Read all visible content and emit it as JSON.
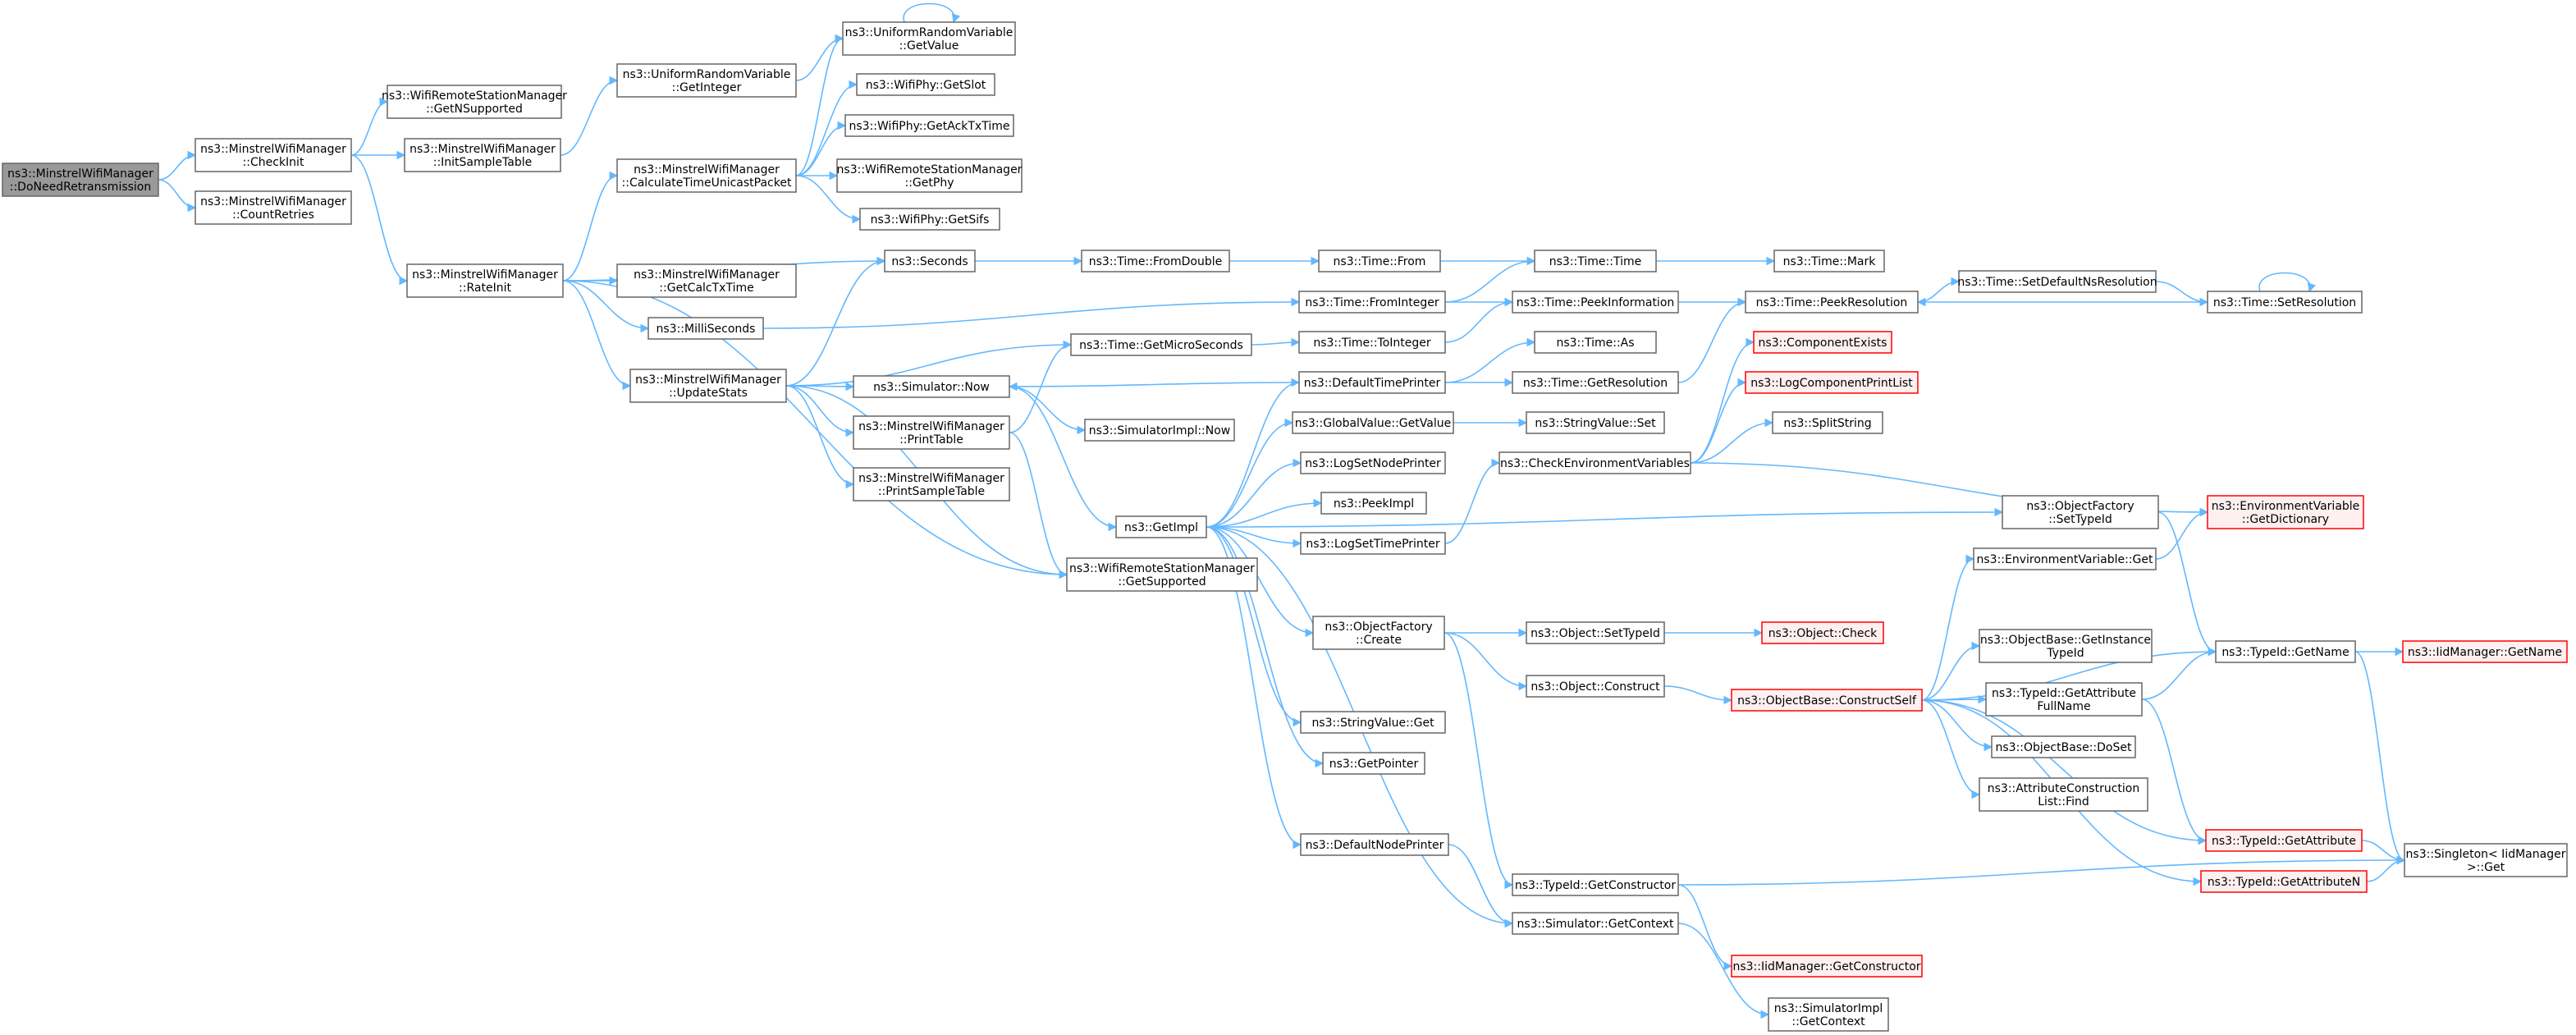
{
  "colors": {
    "edge": "#63b8ff",
    "node_border": "#666666",
    "root_fill": "#999999",
    "truncated_border": "#ff0000",
    "truncated_fill": "#fff0f0"
  },
  "nodes": [
    {
      "id": "n0",
      "lines": [
        "ns3::MinstrelWifiManager",
        "::DoNeedRetransmission"
      ],
      "style": "root"
    },
    {
      "id": "n1",
      "lines": [
        "ns3::MinstrelWifiManager",
        "::CheckInit"
      ]
    },
    {
      "id": "n2",
      "lines": [
        "ns3::MinstrelWifiManager",
        "::CountRetries"
      ]
    },
    {
      "id": "n3",
      "lines": [
        "ns3::WifiRemoteStationManager",
        "::GetNSupported"
      ]
    },
    {
      "id": "n4",
      "lines": [
        "ns3::MinstrelWifiManager",
        "::InitSampleTable"
      ]
    },
    {
      "id": "n5",
      "lines": [
        "ns3::MinstrelWifiManager",
        "::RateInit"
      ]
    },
    {
      "id": "n6",
      "lines": [
        "ns3::UniformRandomVariable",
        "::GetInteger"
      ]
    },
    {
      "id": "n7",
      "lines": [
        "ns3::UniformRandomVariable",
        "::GetValue"
      ]
    },
    {
      "id": "n8",
      "lines": [
        "ns3::MinstrelWifiManager",
        "::CalculateTimeUnicastPacket"
      ]
    },
    {
      "id": "n9",
      "lines": [
        "ns3::WifiPhy::GetSlot"
      ]
    },
    {
      "id": "n10",
      "lines": [
        "ns3::WifiPhy::GetAckTxTime"
      ]
    },
    {
      "id": "n11",
      "lines": [
        "ns3::WifiRemoteStationManager",
        "::GetPhy"
      ]
    },
    {
      "id": "n12",
      "lines": [
        "ns3::WifiPhy::GetSifs"
      ]
    },
    {
      "id": "n13",
      "lines": [
        "ns3::MinstrelWifiManager",
        "::GetCalcTxTime"
      ]
    },
    {
      "id": "n14",
      "lines": [
        "ns3::MilliSeconds"
      ]
    },
    {
      "id": "n15",
      "lines": [
        "ns3::MinstrelWifiManager",
        "::UpdateStats"
      ]
    },
    {
      "id": "n16",
      "lines": [
        "ns3::Seconds"
      ]
    },
    {
      "id": "n17",
      "lines": [
        "ns3::Time::FromDouble"
      ]
    },
    {
      "id": "n18",
      "lines": [
        "ns3::Time::From"
      ]
    },
    {
      "id": "n19",
      "lines": [
        "ns3::Time::Time"
      ]
    },
    {
      "id": "n20",
      "lines": [
        "ns3::Time::Mark"
      ]
    },
    {
      "id": "n21",
      "lines": [
        "ns3::Time::FromInteger"
      ]
    },
    {
      "id": "n22",
      "lines": [
        "ns3::Time::PeekInformation"
      ]
    },
    {
      "id": "n23",
      "lines": [
        "ns3::Time::PeekResolution"
      ]
    },
    {
      "id": "n24",
      "lines": [
        "ns3::Time::SetDefaultNsResolution"
      ]
    },
    {
      "id": "n25",
      "lines": [
        "ns3::Time::SetResolution"
      ]
    },
    {
      "id": "n26",
      "lines": [
        "ns3::Time::GetMicroSeconds"
      ]
    },
    {
      "id": "n27",
      "lines": [
        "ns3::Time::ToInteger"
      ]
    },
    {
      "id": "n28",
      "lines": [
        "ns3::Time::As"
      ]
    },
    {
      "id": "n29",
      "lines": [
        "ns3::Simulator::Now"
      ]
    },
    {
      "id": "n30",
      "lines": [
        "ns3::DefaultTimePrinter"
      ]
    },
    {
      "id": "n31",
      "lines": [
        "ns3::Time::GetResolution"
      ]
    },
    {
      "id": "n32",
      "lines": [
        "ns3::ComponentExists"
      ],
      "style": "red"
    },
    {
      "id": "n33",
      "lines": [
        "ns3::LogComponentPrintList"
      ],
      "style": "red"
    },
    {
      "id": "n34",
      "lines": [
        "ns3::SimulatorImpl::Now"
      ]
    },
    {
      "id": "n35",
      "lines": [
        "ns3::MinstrelWifiManager",
        "::PrintTable"
      ]
    },
    {
      "id": "n36",
      "lines": [
        "ns3::GlobalValue::GetValue"
      ]
    },
    {
      "id": "n37",
      "lines": [
        "ns3::StringValue::Set"
      ]
    },
    {
      "id": "n38",
      "lines": [
        "ns3::SplitString"
      ]
    },
    {
      "id": "n39",
      "lines": [
        "ns3::MinstrelWifiManager",
        "::PrintSampleTable"
      ]
    },
    {
      "id": "n40",
      "lines": [
        "ns3::LogSetNodePrinter"
      ]
    },
    {
      "id": "n41",
      "lines": [
        "ns3::CheckEnvironmentVariables"
      ]
    },
    {
      "id": "n42",
      "lines": [
        "ns3::PeekImpl"
      ]
    },
    {
      "id": "n43",
      "lines": [
        "ns3::ObjectFactory",
        "::SetTypeId"
      ]
    },
    {
      "id": "n44",
      "lines": [
        "ns3::EnvironmentVariable",
        "::GetDictionary"
      ],
      "style": "red"
    },
    {
      "id": "n45",
      "lines": [
        "ns3::GetImpl"
      ]
    },
    {
      "id": "n46",
      "lines": [
        "ns3::LogSetTimePrinter"
      ]
    },
    {
      "id": "n47",
      "lines": [
        "ns3::WifiRemoteStationManager",
        "::GetSupported"
      ]
    },
    {
      "id": "n48",
      "lines": [
        "ns3::EnvironmentVariable::Get"
      ]
    },
    {
      "id": "n49",
      "lines": [
        "ns3::ObjectFactory",
        "::Create"
      ]
    },
    {
      "id": "n50",
      "lines": [
        "ns3::Object::SetTypeId"
      ]
    },
    {
      "id": "n51",
      "lines": [
        "ns3::Object::Check"
      ],
      "style": "red"
    },
    {
      "id": "n52",
      "lines": [
        "ns3::ObjectBase::GetInstance",
        "TypeId"
      ]
    },
    {
      "id": "n53",
      "lines": [
        "ns3::TypeId::GetName"
      ]
    },
    {
      "id": "n54",
      "lines": [
        "ns3::IidManager::GetName"
      ],
      "style": "red"
    },
    {
      "id": "n55",
      "lines": [
        "ns3::Object::Construct"
      ]
    },
    {
      "id": "n56",
      "lines": [
        "ns3::ObjectBase::ConstructSelf"
      ],
      "style": "red"
    },
    {
      "id": "n57",
      "lines": [
        "ns3::TypeId::GetAttribute",
        "FullName"
      ]
    },
    {
      "id": "n58",
      "lines": [
        "ns3::StringValue::Get"
      ]
    },
    {
      "id": "n59",
      "lines": [
        "ns3::ObjectBase::DoSet"
      ]
    },
    {
      "id": "n60",
      "lines": [
        "ns3::GetPointer"
      ]
    },
    {
      "id": "n61",
      "lines": [
        "ns3::AttributeConstruction",
        "List::Find"
      ]
    },
    {
      "id": "n62",
      "lines": [
        "ns3::DefaultNodePrinter"
      ]
    },
    {
      "id": "n63",
      "lines": [
        "ns3::TypeId::GetAttribute"
      ],
      "style": "red"
    },
    {
      "id": "n64",
      "lines": [
        "ns3::Singleton< IidManager",
        ">::Get"
      ]
    },
    {
      "id": "n65",
      "lines": [
        "ns3::TypeId::GetConstructor"
      ]
    },
    {
      "id": "n66",
      "lines": [
        "ns3::TypeId::GetAttributeN"
      ],
      "style": "red"
    },
    {
      "id": "n67",
      "lines": [
        "ns3::Simulator::GetContext"
      ]
    },
    {
      "id": "n68",
      "lines": [
        "ns3::IidManager::GetConstructor"
      ],
      "style": "red"
    },
    {
      "id": "n69",
      "lines": [
        "ns3::SimulatorImpl",
        "::GetContext"
      ]
    }
  ],
  "edges": [
    [
      "n0",
      "n1"
    ],
    [
      "n0",
      "n2"
    ],
    [
      "n1",
      "n3"
    ],
    [
      "n1",
      "n4"
    ],
    [
      "n1",
      "n5"
    ],
    [
      "n4",
      "n6"
    ],
    [
      "n6",
      "n7"
    ],
    [
      "n7",
      "n7"
    ],
    [
      "n5",
      "n8"
    ],
    [
      "n5",
      "n13"
    ],
    [
      "n5",
      "n14"
    ],
    [
      "n5",
      "n15"
    ],
    [
      "n5",
      "n16"
    ],
    [
      "n5",
      "n47"
    ],
    [
      "n8",
      "n7"
    ],
    [
      "n8",
      "n9"
    ],
    [
      "n8",
      "n10"
    ],
    [
      "n8",
      "n11"
    ],
    [
      "n8",
      "n12"
    ],
    [
      "n14",
      "n21"
    ],
    [
      "n15",
      "n16"
    ],
    [
      "n15",
      "n26"
    ],
    [
      "n15",
      "n29"
    ],
    [
      "n15",
      "n35"
    ],
    [
      "n15",
      "n39"
    ],
    [
      "n15",
      "n47"
    ],
    [
      "n16",
      "n17"
    ],
    [
      "n17",
      "n18"
    ],
    [
      "n18",
      "n19"
    ],
    [
      "n19",
      "n20"
    ],
    [
      "n21",
      "n19"
    ],
    [
      "n21",
      "n22"
    ],
    [
      "n22",
      "n23"
    ],
    [
      "n23",
      "n24"
    ],
    [
      "n24",
      "n25"
    ],
    [
      "n25",
      "n23"
    ],
    [
      "n25",
      "n25"
    ],
    [
      "n26",
      "n27"
    ],
    [
      "n27",
      "n22"
    ],
    [
      "n29",
      "n34"
    ],
    [
      "n29",
      "n45"
    ],
    [
      "n30",
      "n28"
    ],
    [
      "n30",
      "n29"
    ],
    [
      "n30",
      "n31"
    ],
    [
      "n31",
      "n23"
    ],
    [
      "n35",
      "n26"
    ],
    [
      "n35",
      "n47"
    ],
    [
      "n36",
      "n37"
    ],
    [
      "n41",
      "n32"
    ],
    [
      "n41",
      "n33"
    ],
    [
      "n41",
      "n38"
    ],
    [
      "n41",
      "n44"
    ],
    [
      "n45",
      "n30"
    ],
    [
      "n45",
      "n36"
    ],
    [
      "n45",
      "n40"
    ],
    [
      "n45",
      "n42"
    ],
    [
      "n45",
      "n46"
    ],
    [
      "n45",
      "n43"
    ],
    [
      "n45",
      "n49"
    ],
    [
      "n45",
      "n58"
    ],
    [
      "n45",
      "n60"
    ],
    [
      "n45",
      "n62"
    ],
    [
      "n45",
      "n67"
    ],
    [
      "n46",
      "n41"
    ],
    [
      "n43",
      "n53"
    ],
    [
      "n48",
      "n44"
    ],
    [
      "n49",
      "n50"
    ],
    [
      "n49",
      "n55"
    ],
    [
      "n49",
      "n65"
    ],
    [
      "n50",
      "n51"
    ],
    [
      "n55",
      "n56"
    ],
    [
      "n56",
      "n48"
    ],
    [
      "n56",
      "n52"
    ],
    [
      "n56",
      "n53"
    ],
    [
      "n56",
      "n57"
    ],
    [
      "n56",
      "n59"
    ],
    [
      "n56",
      "n61"
    ],
    [
      "n56",
      "n63"
    ],
    [
      "n56",
      "n66"
    ],
    [
      "n57",
      "n53"
    ],
    [
      "n57",
      "n63"
    ],
    [
      "n53",
      "n54"
    ],
    [
      "n53",
      "n64"
    ],
    [
      "n63",
      "n64"
    ],
    [
      "n66",
      "n64"
    ],
    [
      "n65",
      "n64"
    ],
    [
      "n65",
      "n68"
    ],
    [
      "n62",
      "n67"
    ],
    [
      "n67",
      "n69"
    ]
  ]
}
